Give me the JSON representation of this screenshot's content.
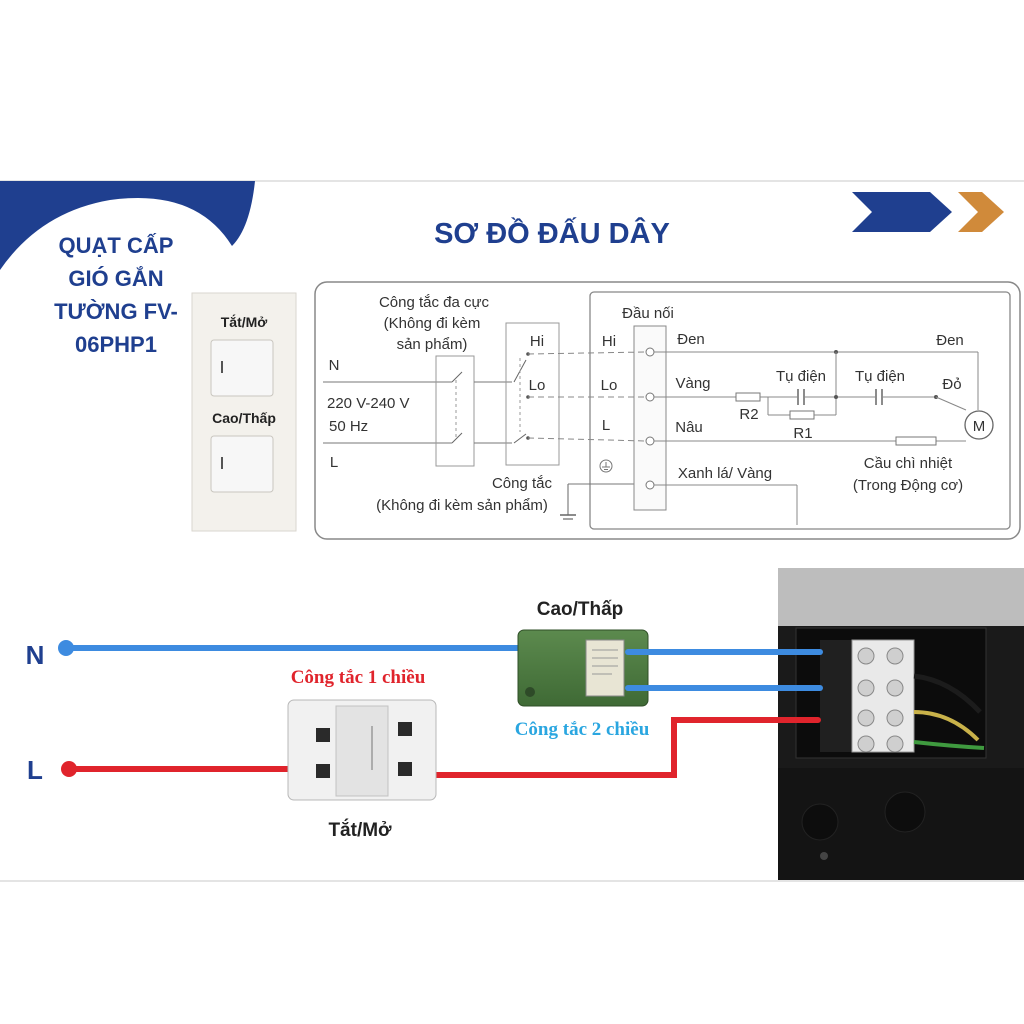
{
  "product": {
    "title_lines": [
      "QUẠT CẤP",
      "GIÓ GẮN",
      "TƯỜNG FV-",
      "06PHP1"
    ]
  },
  "header": {
    "title": "SƠ ĐỒ ĐẤU DÂY"
  },
  "wall_panel": {
    "switch_top_label": "Tắt/Mở",
    "switch_bottom_label": "Cao/Thấp"
  },
  "schematic": {
    "multipole_switch_label": "Công tắc đa cực",
    "multipole_switch_note_line1": "(Không đi kèm",
    "multipole_switch_note_line2": "sản phẩm)",
    "input_n": "N",
    "input_l": "L",
    "voltage": "220 V-240 V",
    "frequency": "50 Hz",
    "pos_hi": "Hi",
    "pos_lo": "Lo",
    "switch_label": "Công tắc",
    "switch_note": "(Không đi kèm sản phẩm)",
    "terminal_label": "Đầu nối",
    "terminal_hi": "Hi",
    "terminal_lo": "Lo",
    "terminal_l": "L",
    "wire_black": "Đen",
    "wire_yellow": "Vàng",
    "wire_brown": "Nâu",
    "wire_ground": "Xanh lá/ Vàng",
    "capacitor_1": "Tụ điện",
    "capacitor_2": "Tụ điện",
    "resistor_1": "R1",
    "resistor_2": "R2",
    "motor_wire_black": "Đen",
    "motor_wire_red": "Đỏ",
    "motor_symbol": "M",
    "fuse_label": "Cầu chì nhiệt",
    "fuse_note": "(Trong Động cơ)"
  },
  "wiring": {
    "n_label": "N",
    "l_label": "L",
    "one_way_switch_label": "Công tắc 1 chiều",
    "two_way_switch_label": "Công tắc 2 chiều",
    "speed_switch_title": "Cao/Thấp",
    "power_switch_title": "Tắt/Mở"
  },
  "colors": {
    "brand_blue": "#1f3f8f",
    "accent_orange": "#d08a3a",
    "neutral_wire": "#3d8be0",
    "live_wire": "#e0242c",
    "label_red": "#e0242c",
    "label_cyan": "#2aa6e0"
  }
}
